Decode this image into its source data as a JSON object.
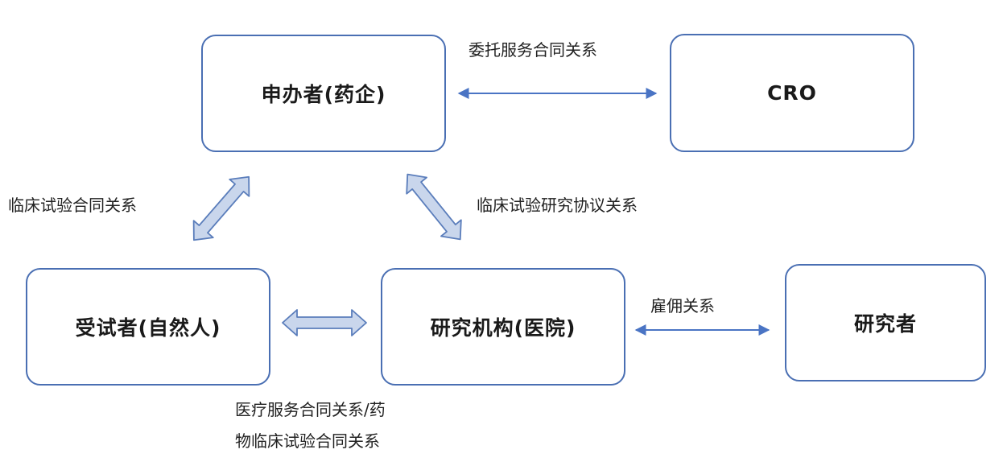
{
  "nodes": {
    "sponsor": "申办者(药企)",
    "cro": "CRO",
    "subject": "受试者(自然人)",
    "institution": "研究机构(医院)",
    "investigator": "研究者"
  },
  "edges": {
    "sponsor_cro": "委托服务合同关系",
    "sponsor_subject": "临床试验合同关系",
    "sponsor_institution": "临床试验研究协议关系",
    "institution_investigator": "雇佣关系",
    "subject_institution_line1": "医疗服务合同关系/药",
    "subject_institution_line2": "物临床试验合同关系"
  },
  "colors": {
    "border": "#4a6fb3",
    "arrow_line": "#4a74c4",
    "fat_arrow_fill": "#c9d6ec",
    "fat_arrow_stroke": "#5a7dbb"
  }
}
